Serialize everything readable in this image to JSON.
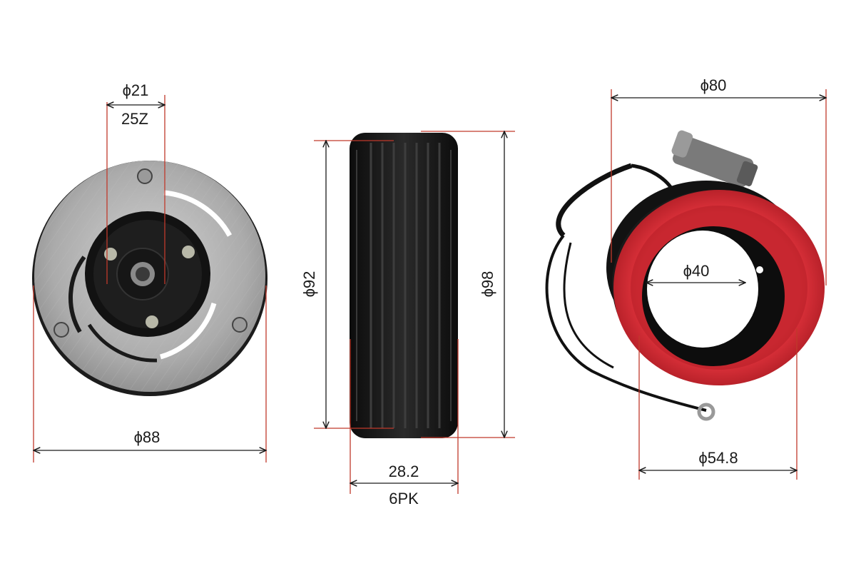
{
  "hub": {
    "dia_outer": "ϕ88",
    "dia_shaft": "ϕ21",
    "spline": "25Z"
  },
  "pulley": {
    "dia_groove": "ϕ92",
    "dia_outer": "ϕ98",
    "width": "28.2",
    "belt": "6PK"
  },
  "coil": {
    "dia_outer": "ϕ80",
    "dia_inner": "ϕ40",
    "dia_base": "ϕ54.8"
  },
  "colors": {
    "dimension_line": "#c0392b",
    "arrow_line": "#1a1a1a",
    "coil_seal": "#c8242c",
    "metal": "#a9a9a9"
  }
}
